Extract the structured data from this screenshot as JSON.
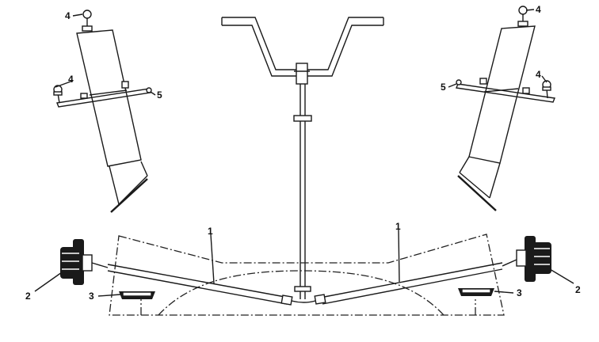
{
  "labels": {
    "rod": "1",
    "end_left": "2",
    "end_right": "2",
    "pad_left": "3",
    "pad_right": "3",
    "knob_left_top": "4",
    "knob_left_flange": "4",
    "knob_right_top": "4",
    "knob_right_flange": "4",
    "pin_left": "5",
    "pin_right": "5"
  }
}
